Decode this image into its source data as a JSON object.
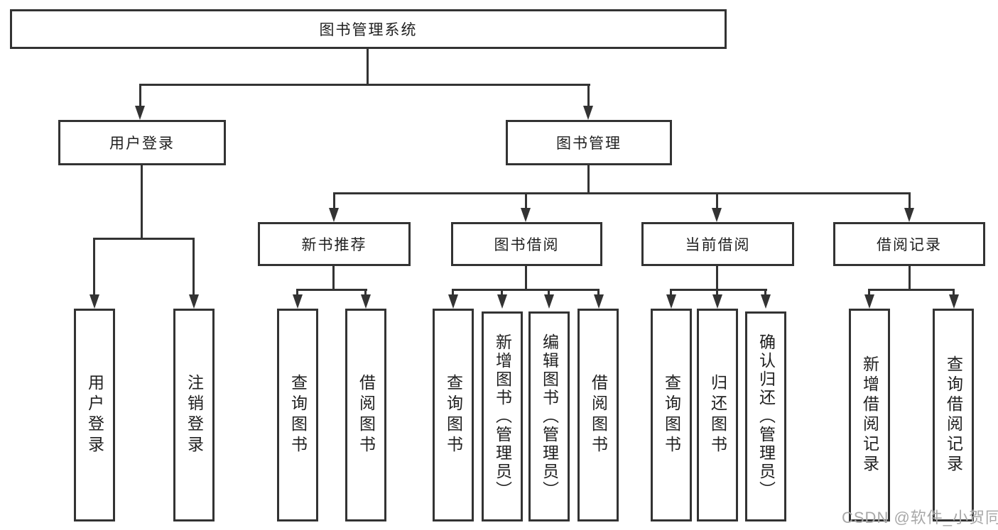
{
  "diagram": {
    "title": "图书管理系统",
    "colors": {
      "line": "#333333",
      "text": "#1f1f1f",
      "background": "#ffffff",
      "watermark": "#a8a8a8"
    }
  },
  "nodes": {
    "root": {
      "label": "图书管理系统"
    },
    "user_login": {
      "label": "用户登录"
    },
    "book_management": {
      "label": "图书管理"
    },
    "new_book_recommend": {
      "label": "新书推荐"
    },
    "book_borrow": {
      "label": "图书借阅"
    },
    "current_borrow": {
      "label": "当前借阅"
    },
    "borrow_record": {
      "label": "借阅记录"
    },
    "leaf_user_login": {
      "label": "用户登录"
    },
    "leaf_logout": {
      "label": "注销登录"
    },
    "leaf_query_book_1": {
      "label": "查询图书"
    },
    "leaf_borrow_book_1": {
      "label": "借阅图书"
    },
    "leaf_query_book_2": {
      "label": "查询图书"
    },
    "leaf_add_book": {
      "label": "新增图书（管理员）"
    },
    "leaf_edit_book": {
      "label": "编辑图书（管理员）"
    },
    "leaf_borrow_book_2": {
      "label": "借阅图书"
    },
    "leaf_query_book_3": {
      "label": "查询图书"
    },
    "leaf_return_book": {
      "label": "归还图书"
    },
    "leaf_confirm_return": {
      "label": "确认归还（管理员）"
    },
    "leaf_add_borrow_record": {
      "label": "新增借阅记录"
    },
    "leaf_query_borrow_record": {
      "label": "查询借阅记录"
    }
  },
  "watermark": {
    "text": "CSDN @软件_小贺同学"
  }
}
